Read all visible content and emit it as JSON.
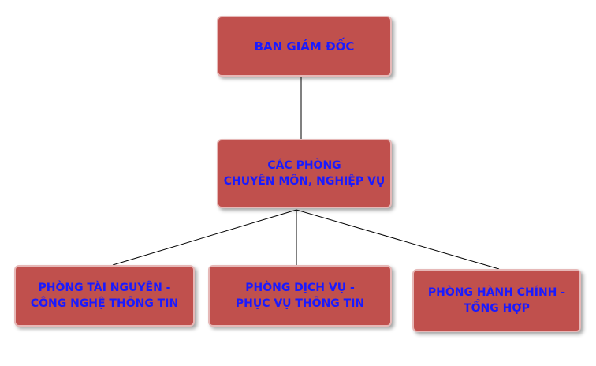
{
  "diagram": {
    "nodes": {
      "top": "BAN GIÁM ĐỐC",
      "mid": "CÁC PHÒNG\nCHUYÊN MÔN, NGHIỆP VỤ",
      "left": "PHÒNG TÀI NGUYÊN -\nCÔNG NGHỆ THÔNG TIN",
      "center": "PHÒNG DỊCH VỤ -\nPHỤC VỤ THÔNG TIN",
      "right": "PHÒNG HÀNH CHÍNH -\nTỔNG HỢP"
    },
    "colors": {
      "box_fill": "#c0504d",
      "box_border": "#e6b8b7",
      "text": "#1a1aff",
      "connector": "#000000"
    }
  }
}
